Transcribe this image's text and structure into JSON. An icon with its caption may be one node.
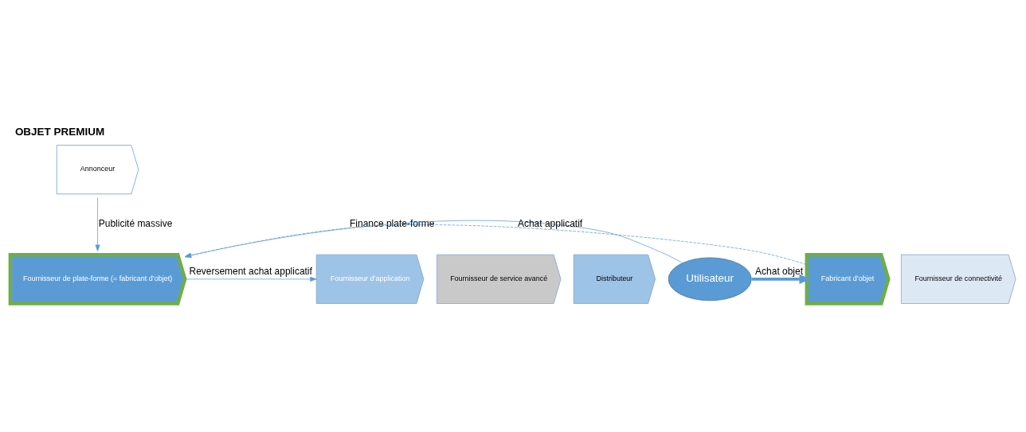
{
  "diagram": {
    "title": "OBJET PREMIUM",
    "nodes": [
      {
        "text": [
          "Annonceur"
        ]
      },
      {
        "text": [
          "Fabricant d’objet"
        ]
      },
      {
        "text": [
          "Fournisseur de connectivité"
        ]
      },
      {
        "text": [
          "Fournisseur de plate-forme (= fabricant d’objet)"
        ]
      },
      {
        "text": [
          "Fournisseur d’application"
        ]
      },
      {
        "text": [
          "Fournisseur de service avancé"
        ]
      },
      {
        "text": [
          "Distributeur"
        ]
      },
      {
        "text": [
          "Utilisateur"
        ]
      }
    ],
    "edges": [
      {
        "from": 0,
        "to": 3,
        "arrow": "to",
        "label": "Publicité massive"
      },
      {
        "from": 3,
        "to": 4,
        "arrow": "to",
        "label": "Reversement achat applicatif"
      },
      {
        "from": 1,
        "to": 3,
        "arrow": "to",
        "label": "Finance plate-forme",
        "style": "dashed"
      },
      {
        "from": 7,
        "to": 1,
        "arrow": "to",
        "label": "Achat objet",
        "style": "thick"
      },
      {
        "from": 7,
        "to": 3,
        "arrow": "to",
        "label": "Achat applicatif"
      }
    ]
  }
}
